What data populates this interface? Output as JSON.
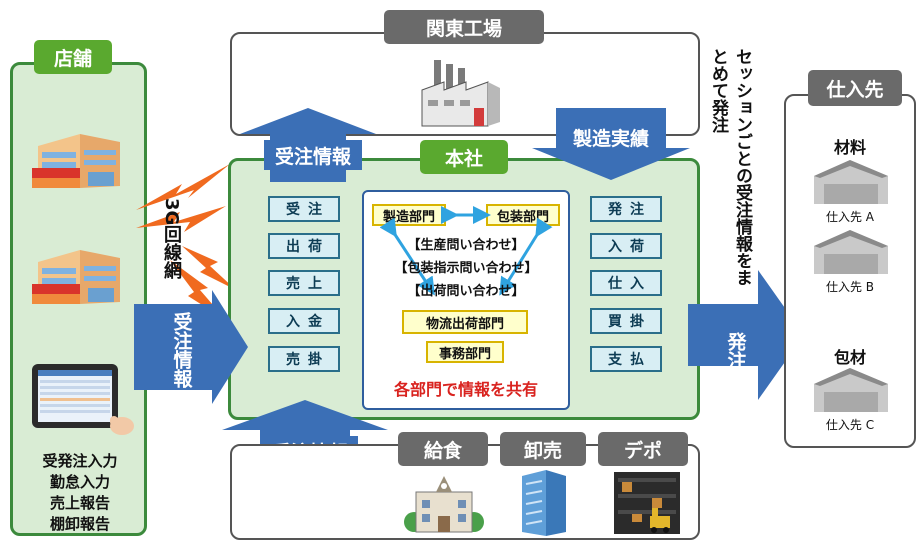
{
  "store": {
    "title": "店舗",
    "tasks": [
      "受発注入力",
      "勤怠入力",
      "売上報告",
      "棚卸報告"
    ]
  },
  "network_label": "3G回線網",
  "factory": {
    "title": "関東工場"
  },
  "hq": {
    "title": "本社",
    "left_items": [
      "受注",
      "出荷",
      "売上",
      "入金",
      "売掛"
    ],
    "right_items": [
      "発注",
      "入荷",
      "仕入",
      "買掛",
      "支払"
    ],
    "dept_manufacturing": "製造部門",
    "dept_packaging": "包装部門",
    "queries": [
      "【生産問い合わせ】",
      "【包装指示問い合わせ】",
      "【出荷問い合わせ】"
    ],
    "dept_logistics": "物流出荷部門",
    "dept_office": "事務部門",
    "share_caption": "各部門で情報を共有"
  },
  "arrows": {
    "order_info_up": "受注情報",
    "production_results": "製造実績",
    "order_info_store": "受注情報",
    "order_info_bottom": "受注情報",
    "order_out": "発注"
  },
  "session_note": "セッションごとの受注情報をまとめて発注",
  "customers": [
    "給食",
    "卸売",
    "デポ"
  ],
  "suppliers": {
    "title": "仕入先",
    "material_label": "材料",
    "packaging_label": "包材",
    "items": [
      "仕入先 A",
      "仕入先 B",
      "仕入先 C"
    ]
  },
  "colors": {
    "arrow_blue": "#3b6fb6",
    "store_green": "#5aa92f",
    "hq_fill": "#d9ecd4",
    "highlight_red": "#d9231f"
  }
}
